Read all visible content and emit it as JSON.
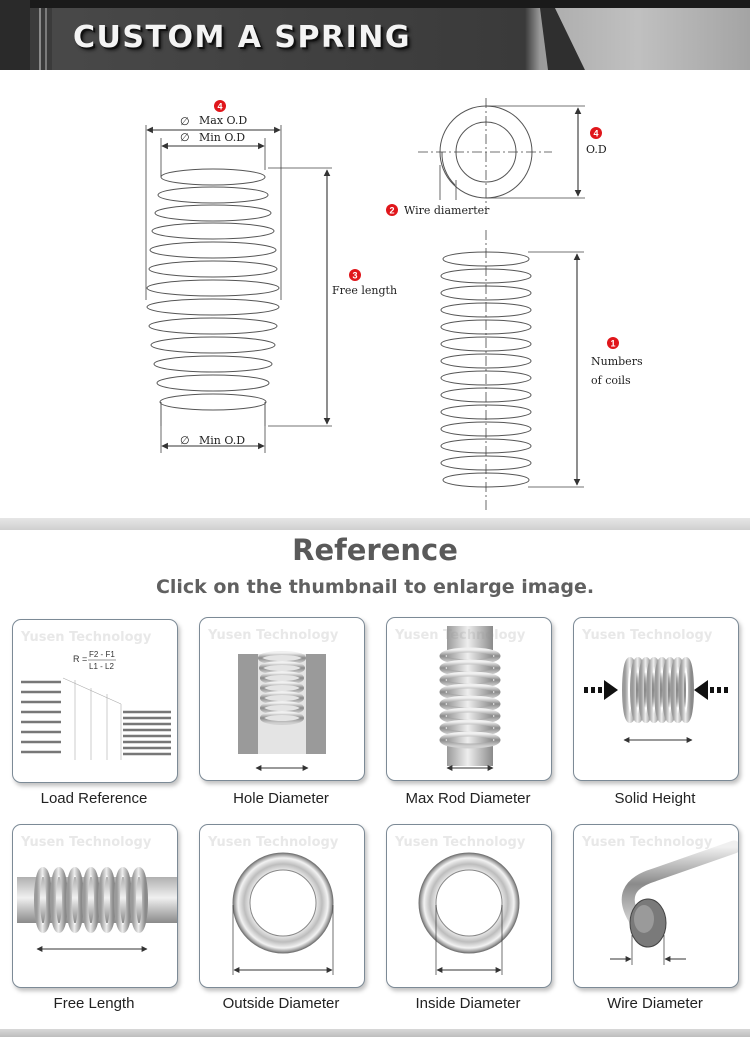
{
  "banner": {
    "title": "CUSTOM A SPRING"
  },
  "diagram": {
    "badges": {
      "max_od": "4",
      "wire": "2",
      "free_length": "3",
      "coils": "1",
      "od": "4"
    },
    "labels": {
      "max_od": "Max O.D",
      "min_od_top": "Min O.D",
      "min_od_bottom": "Min O.D",
      "free_length": "Free length",
      "wire_diameter": "Wire diamerter",
      "od": "O.D",
      "coils_line1": "Numbers",
      "coils_line2": "of coils",
      "diameter_symbol": "∅"
    },
    "colors": {
      "badge": "#e0161b",
      "line": "#333333"
    }
  },
  "reference": {
    "heading": "Reference",
    "subtitle": "Click on the thumbnail to enlarge image.",
    "watermark": "Yusen Technology",
    "formula": {
      "r": "R =",
      "numerator": "F2 - F1",
      "denominator": "L1 - L2"
    },
    "thumbnails": [
      {
        "caption": "Load Reference"
      },
      {
        "caption": "Hole Diameter"
      },
      {
        "caption": "Max Rod Diameter"
      },
      {
        "caption": "Solid Height"
      },
      {
        "caption": "Free Length"
      },
      {
        "caption": "Outside Diameter"
      },
      {
        "caption": "Inside Diameter"
      },
      {
        "caption": "Wire Diameter"
      }
    ]
  }
}
